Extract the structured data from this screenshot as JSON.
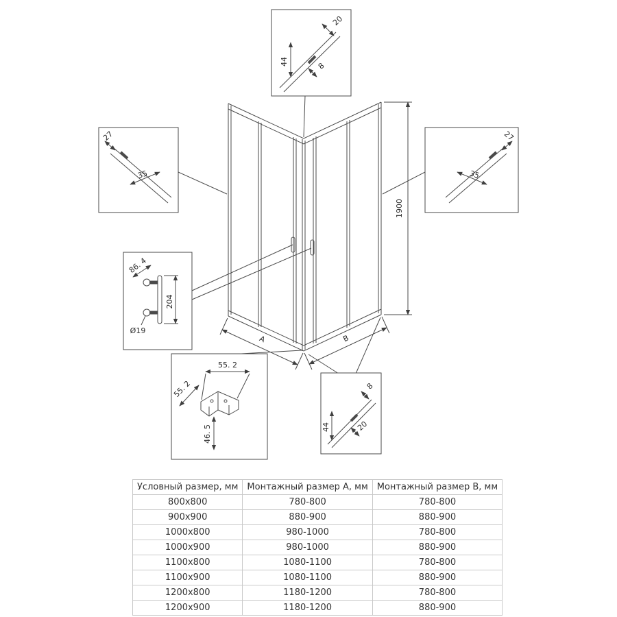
{
  "drawing": {
    "height_label": "1900",
    "a_label": "A",
    "b_label": "B",
    "top_detail": {
      "dim_20": "20",
      "dim_44": "44",
      "dim_8": "8"
    },
    "left_detail": {
      "dim_27": "27",
      "dim_35": "35"
    },
    "right_detail": {
      "dim_27": "27",
      "dim_35": "35"
    },
    "handle_detail": {
      "dim_86_4": "86. 4",
      "dim_204": "204",
      "dim_d19": "Ø19"
    },
    "corner_detail": {
      "dim_55_2_a": "55. 2",
      "dim_55_2_b": "55. 2",
      "dim_46_5": "46. 5"
    },
    "bottom_detail": {
      "dim_8": "8",
      "dim_44": "44",
      "dim_20": "20"
    }
  },
  "table": {
    "headers": [
      "Условный размер, мм",
      "Монтажный размер А, мм",
      "Монтажный размер В, мм"
    ],
    "rows": [
      [
        "800x800",
        "780-800",
        "780-800"
      ],
      [
        "900x900",
        "880-900",
        "880-900"
      ],
      [
        "1000x800",
        "980-1000",
        "780-800"
      ],
      [
        "1000x900",
        "980-1000",
        "880-900"
      ],
      [
        "1100x800",
        "1080-1100",
        "780-800"
      ],
      [
        "1100x900",
        "1080-1100",
        "880-900"
      ],
      [
        "1200x800",
        "1180-1200",
        "780-800"
      ],
      [
        "1200x900",
        "1180-1200",
        "880-900"
      ]
    ]
  }
}
